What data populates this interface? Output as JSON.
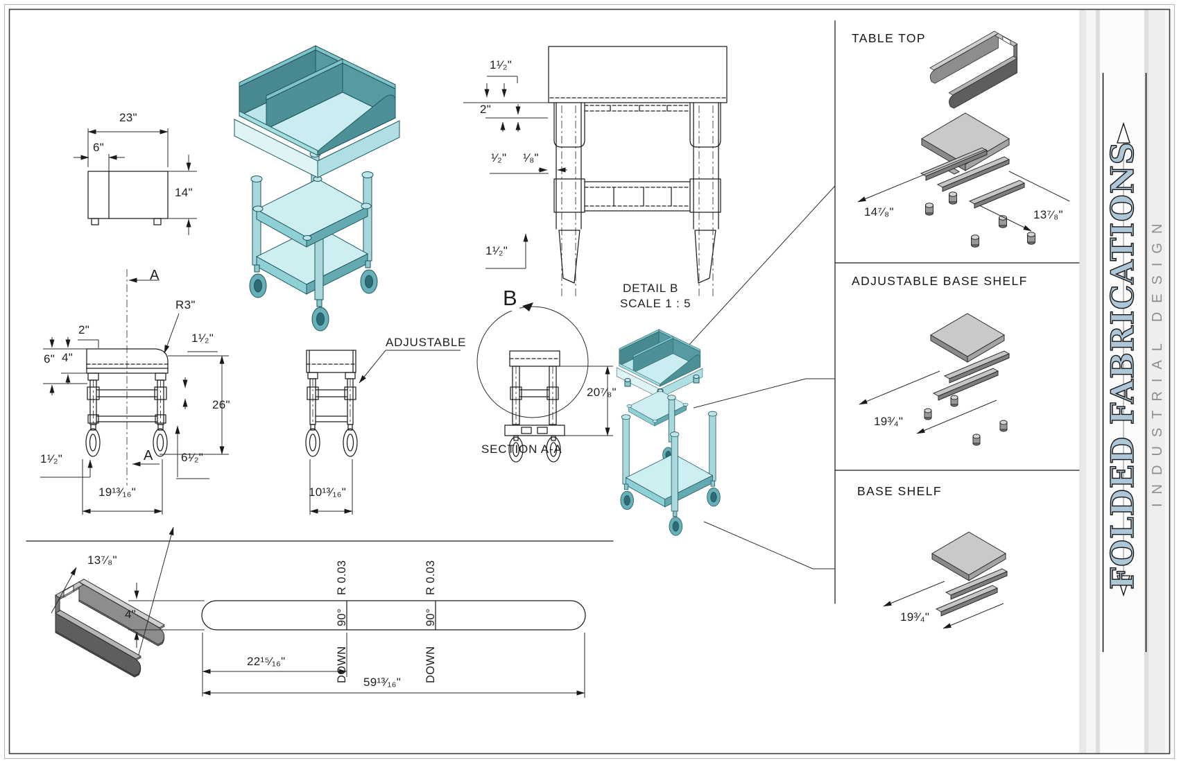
{
  "colors": {
    "cart_teal_dark": "#47898f",
    "cart_teal_mid": "#5ba3ab",
    "cart_teal_light": "#c9edf0",
    "part_gray": "#c4c4c4",
    "banner_logo_blue": "#adc6d8",
    "banner_tagline_gray": "#8e8e8e",
    "line_black": "#1a1a1a"
  },
  "views": {
    "top_view": {
      "width": "23\"",
      "offset": "6\"",
      "height": "14\""
    },
    "front_view": {
      "section_top": "A",
      "section_bottom": "A",
      "top_inset": "2\"",
      "left_outer": "6\"",
      "left_inner": "4\"",
      "corner_radius": "R3\"",
      "right_top": "1¹⁄₂\"",
      "overall_height": "26\"",
      "caster_height": "1¹⁄₂\"",
      "shelf_height": "6¹⁄₂\"",
      "overall_width": "19¹³⁄₁₆\""
    },
    "side_view": {
      "callout": "ADJUSTABLE",
      "overall_width": "10¹³⁄₁₆\""
    },
    "section_view": {
      "caption": "SECTION A-A",
      "detail_mark": "B",
      "inner_height": "20⁷⁄₈\""
    },
    "detail_view": {
      "caption": "DETAIL B",
      "scale_note": "SCALE 1 : 5",
      "top_gap": "1¹⁄₂\"",
      "tube_size": "2\"",
      "half_gap": "¹⁄₂\"",
      "eighth_gap": "¹⁄₈\"",
      "bottom_gap": "1¹⁄₂\""
    },
    "flat_pattern": {
      "bracket_width": "13⁷⁄₈\"",
      "strip_height": "4\"",
      "bend_down": "DOWN",
      "bend_angle": "90°",
      "bend_radius": "R 0.03",
      "first_bend": "22¹⁵⁄₁₆\"",
      "total_length": "59¹³⁄₁₆\""
    }
  },
  "panels": {
    "table_top": {
      "title": "TABLE TOP",
      "depth": "14⁷⁄₈\"",
      "width": "13⁷⁄₈\""
    },
    "adjustable_base_shelf": {
      "title": "ADJUSTABLE BASE SHELF",
      "width": "19³⁄₄\""
    },
    "base_shelf": {
      "title": "BASE SHELF",
      "width": "19³⁄₄\""
    }
  },
  "banner": {
    "company": "FOLDED FABRICATIONS",
    "tagline": "INDUSTRIAL DESIGN"
  }
}
